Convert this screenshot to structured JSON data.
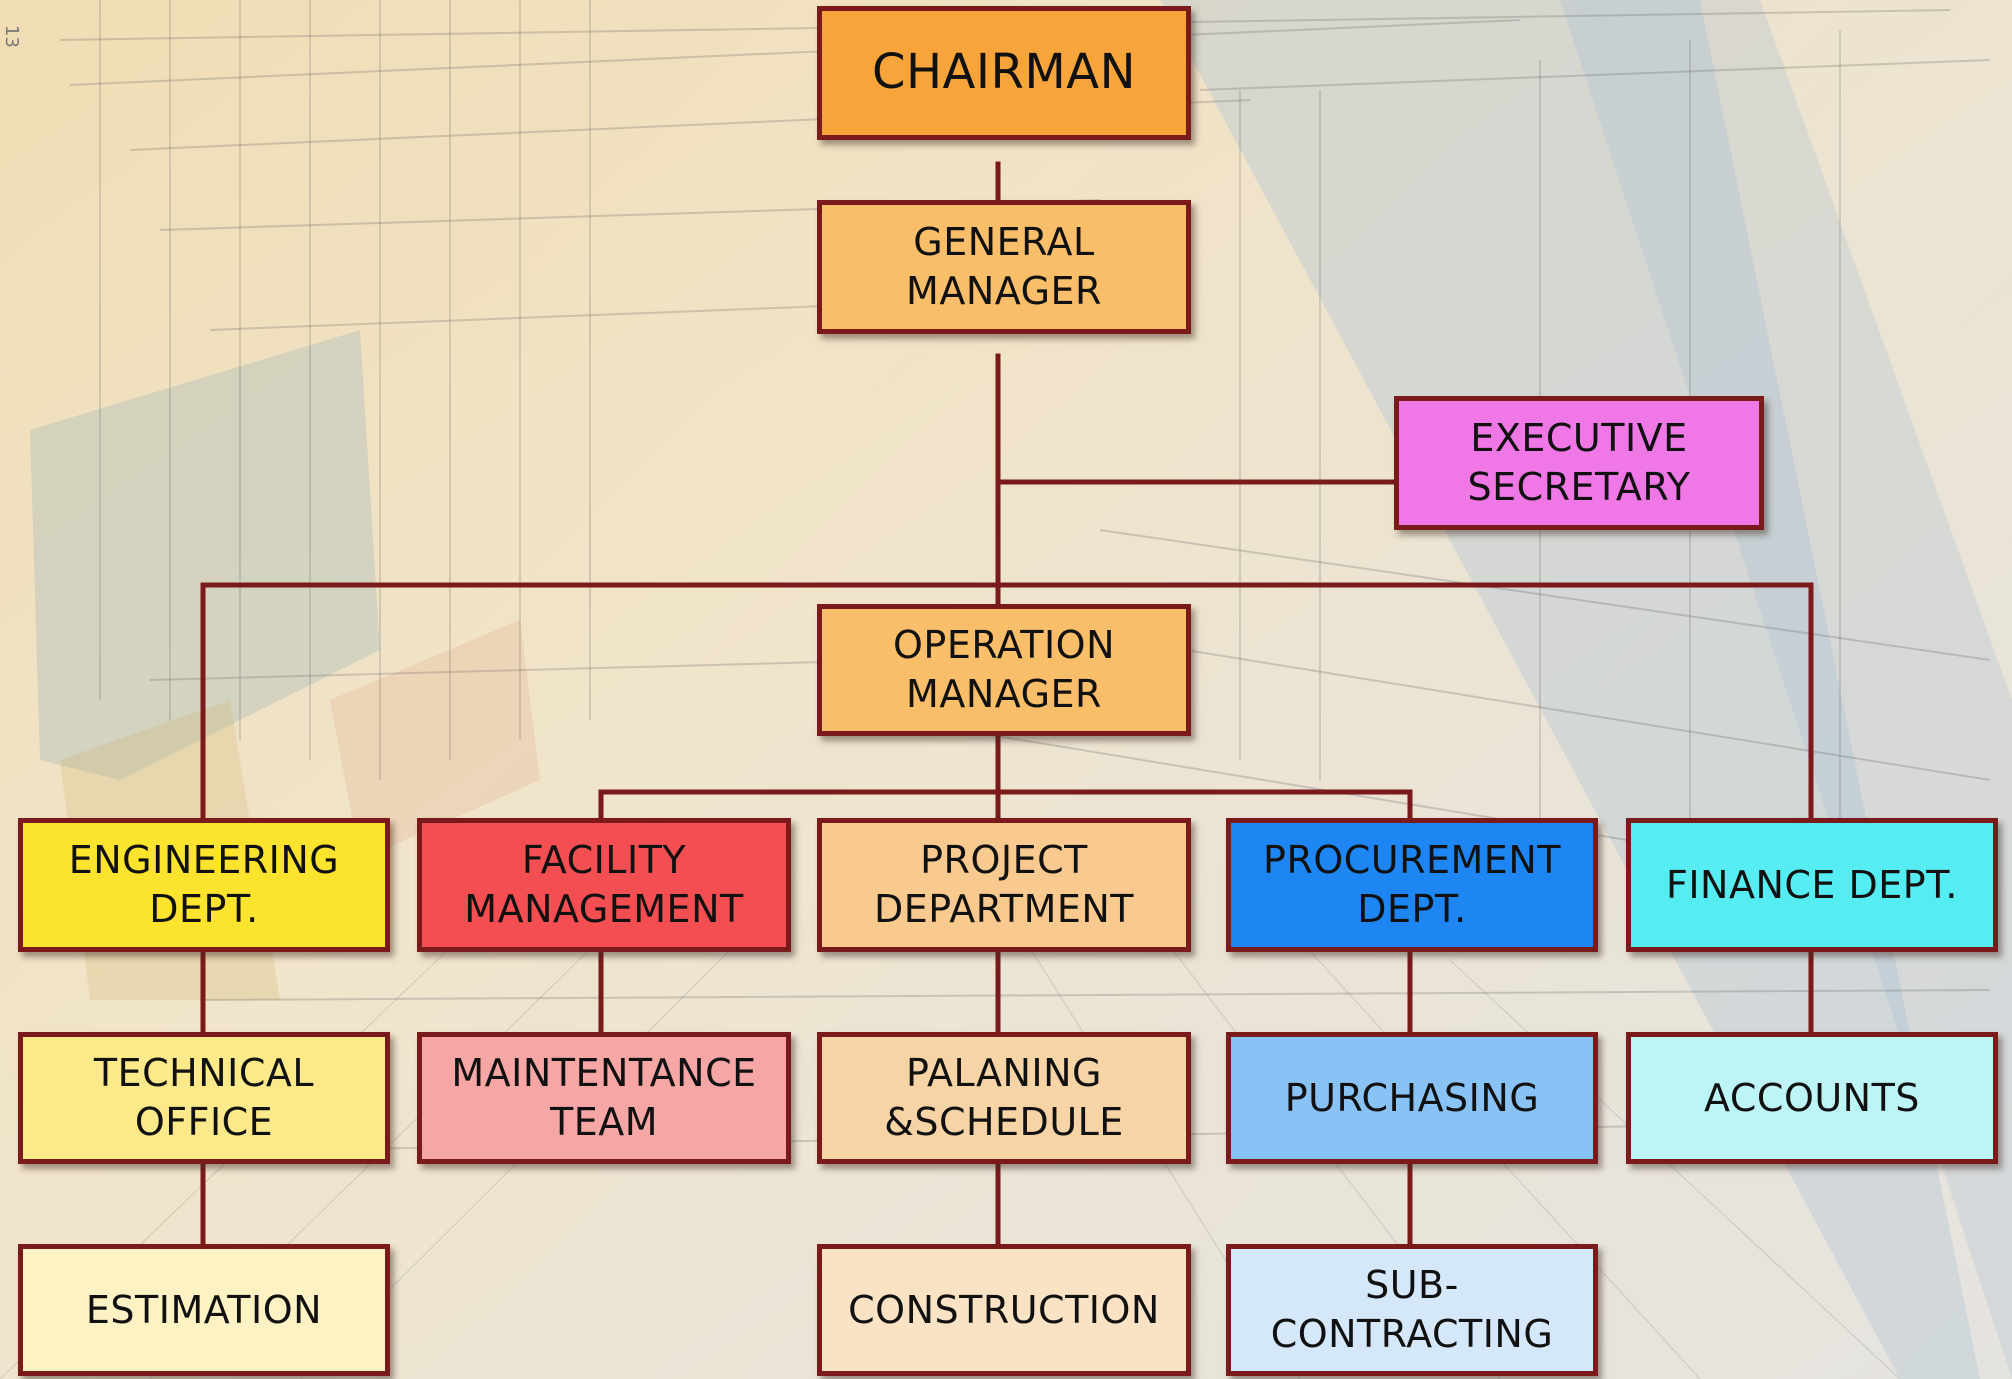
{
  "page_number": "13",
  "colors": {
    "connector": "#7a1a1a",
    "chairman": "#f7a43a",
    "manager": "#f9be6a",
    "executive_secretary": "#f078e6",
    "engineering": "#fce32e",
    "facility": "#f34e52",
    "project": "#f9ca90",
    "procurement": "#1d86f2",
    "finance": "#55ecf2",
    "technical_office": "#fbe98a",
    "maintenance": "#f7a6a6",
    "planning": "#f7d4a6",
    "purchasing": "#89c3f6",
    "accounts": "#bdf5f7",
    "estimation": "#fdf2c4",
    "construction": "#f9e3c4",
    "subcontracting": "#d4e8f9"
  },
  "org_chart": {
    "chairman": "CHAIRMAN",
    "general_manager": "GENERAL\nMANAGER",
    "executive_secretary": "EXECUTIVE\nSECRETARY",
    "operation_manager": "OPERATION\nMANAGER",
    "engineering_dept": "ENGINEERING DEPT.",
    "facility_management": "FACILITY\nMANAGEMENT",
    "project_department": "PROJECT\nDEPARTMENT",
    "procurement_dept": "PROCUREMENT DEPT.",
    "finance_dept": "FINANCE DEPT.",
    "technical_office": "TECHNICAL OFFICE",
    "maintenance_team": "MAINTENTANCE\nTEAM",
    "planning_schedule": "PALANING\n&SCHEDULE",
    "purchasing": "PURCHASING",
    "accounts": "ACCOUNTS",
    "estimation": "ESTIMATION",
    "construction": "CONSTRUCTION",
    "subcontracting": "SUB-\nCONTRACTING"
  }
}
